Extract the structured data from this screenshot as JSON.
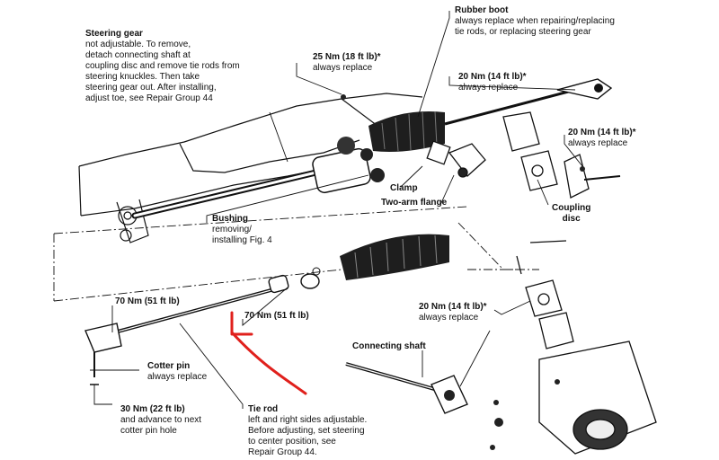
{
  "labels": {
    "steering_gear": {
      "title": "Steering gear",
      "lines": [
        "not adjustable. To remove,",
        "detach connecting shaft at",
        "coupling disc and remove tie rods from",
        "steering knuckles. Then take",
        "steering gear out. After installing,",
        "adjust toe, see Repair Group 44"
      ]
    },
    "torque_25": {
      "title": "25 Nm (18 ft lb)*",
      "lines": [
        "always replace"
      ]
    },
    "rubber_boot": {
      "title": "Rubber boot",
      "lines": [
        "always replace when repairing/replacing",
        "tie rods, or replacing steering gear"
      ]
    },
    "torque_20_top": {
      "title": "20 Nm (14 ft lb)*",
      "lines": [
        "always replace"
      ]
    },
    "torque_20_right": {
      "title": "20 Nm (14 ft lb)*",
      "lines": [
        "always replace"
      ]
    },
    "clamp": {
      "title": "Clamp",
      "lines": []
    },
    "two_arm_flange": {
      "title": "Two-arm flange",
      "lines": []
    },
    "coupling_disc": {
      "title": "Coupling",
      "lines": [
        "disc"
      ]
    },
    "bushing": {
      "title": "Bushing",
      "lines": [
        "removing/",
        "installing Fig. 4"
      ]
    },
    "torque_70_left": {
      "title": "70 Nm (51 ft lb)",
      "lines": []
    },
    "torque_70_right": {
      "title": "70 Nm (51 ft lb)",
      "lines": []
    },
    "torque_20_mid": {
      "title": "20 Nm (14 ft lb)*",
      "lines": [
        "always replace"
      ]
    },
    "connecting_shaft": {
      "title": "Connecting shaft",
      "lines": []
    },
    "cotter_pin": {
      "title": "Cotter pin",
      "lines": [
        "always replace"
      ]
    },
    "torque_30": {
      "title": "30 Nm (22 ft lb)",
      "lines": [
        "and advance to next",
        "cotter pin hole"
      ]
    },
    "tie_rod": {
      "title": "Tie rod",
      "lines": [
        "left and right sides adjustable.",
        "Before adjusting, set steering",
        "to center position, see",
        "Repair Group 44."
      ]
    }
  },
  "colors": {
    "ink": "#111111",
    "annotation_arrow": "#e0201c",
    "boot": "#1e1e1e"
  }
}
